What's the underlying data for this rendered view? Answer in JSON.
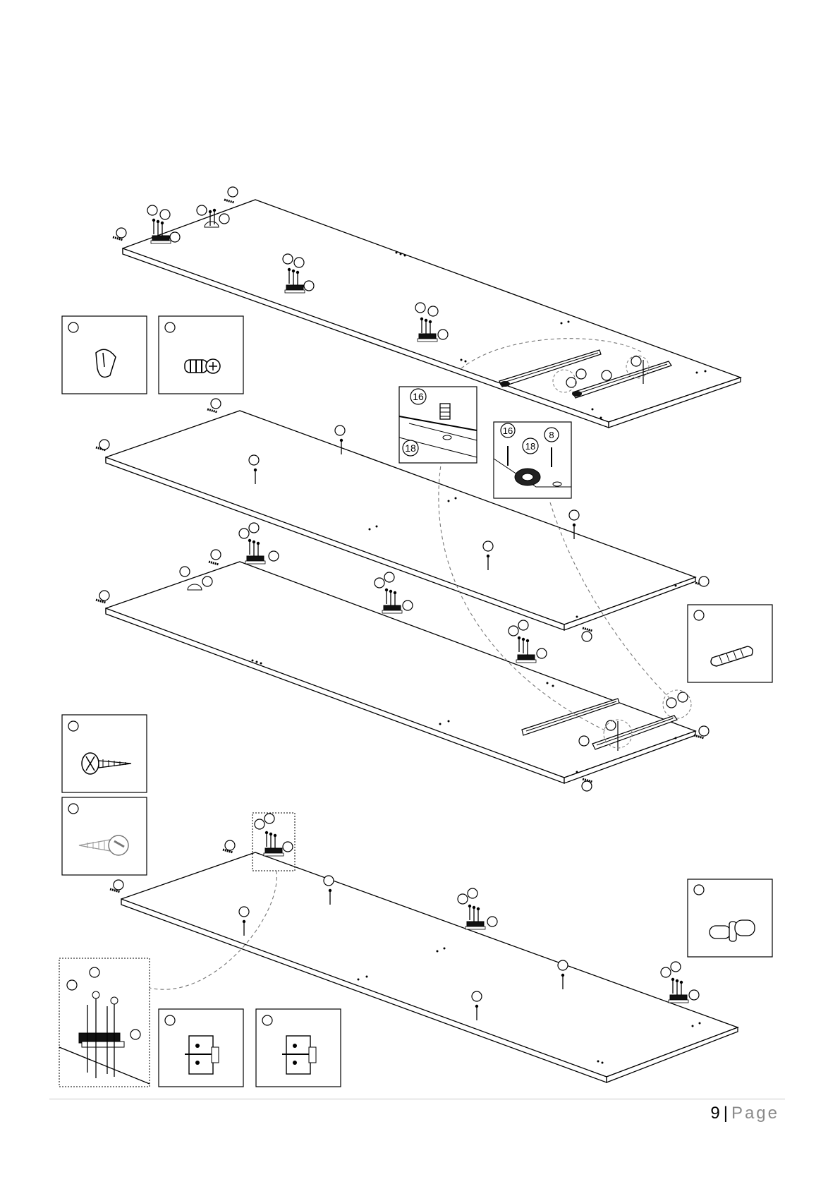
{
  "footer": {
    "page_number": "9",
    "separator": "|",
    "page_word": "Page"
  },
  "callouts": {
    "screw_16": "16",
    "bracket_18": "18",
    "screw_8": "8"
  },
  "colors": {
    "line": "#000000",
    "rule": "#c8c8c8",
    "page_word": "#8a8a8a"
  },
  "icons": [
    "cam-lock-icon",
    "cam-bolt-icon",
    "wood-dowel-icon",
    "wood-screw-icon",
    "round-head-screw-icon",
    "shelf-pin-icon",
    "hinge-plate-icon",
    "drawer-slide-icon"
  ]
}
